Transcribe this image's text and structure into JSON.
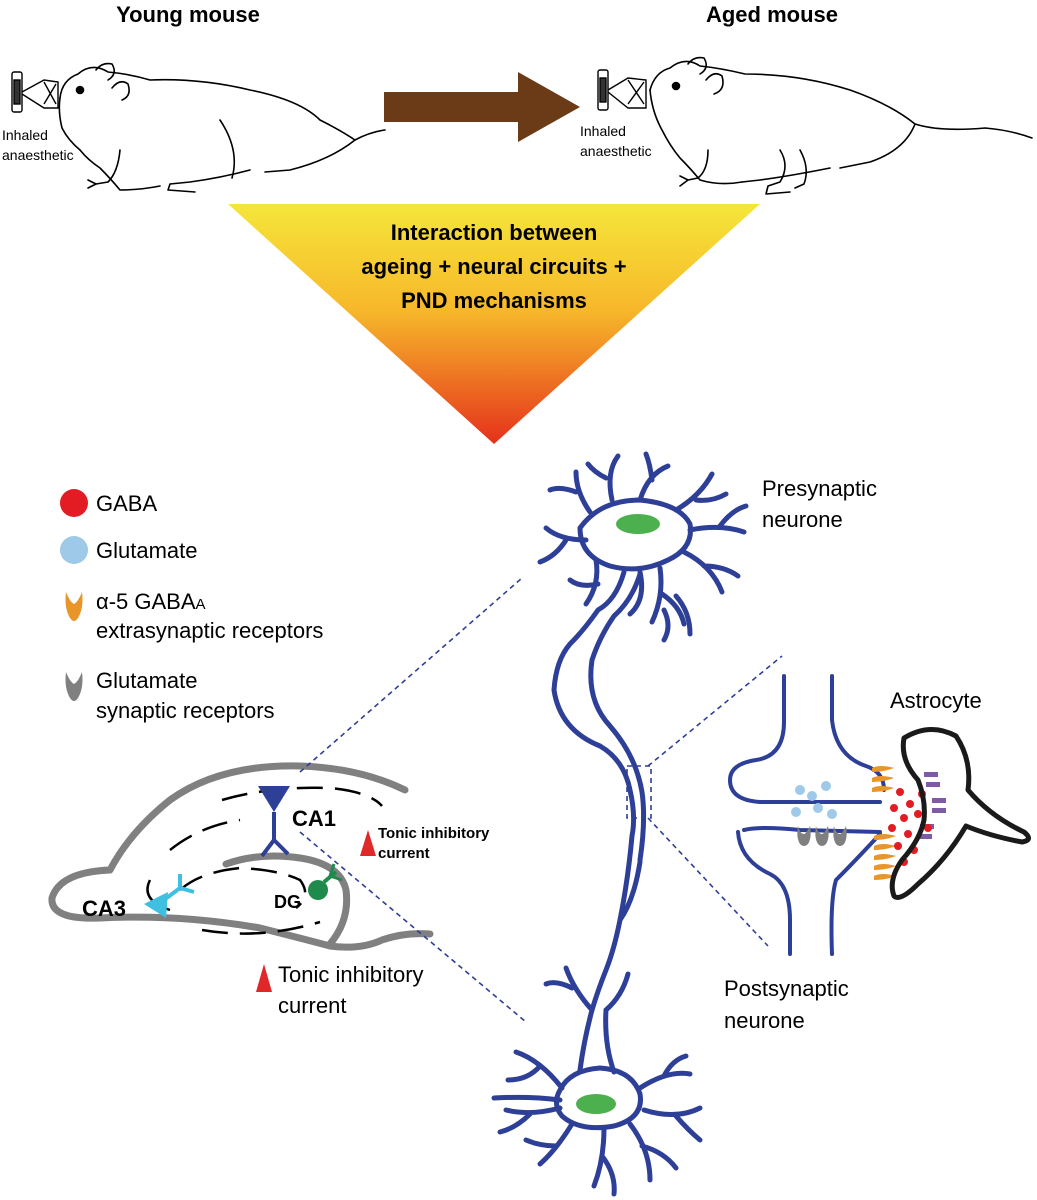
{
  "header": {
    "young_label": "Young mouse",
    "aged_label": "Aged mouse",
    "anaesthetic_line1": "Inhaled",
    "anaesthetic_line2": "anaesthetic"
  },
  "funnel": {
    "line1": "Interaction between",
    "line2": "ageing + neural circuits +",
    "line3": "PND mechanisms",
    "gradient_top": "#f5e63a",
    "gradient_bottom": "#e5311b"
  },
  "legend": {
    "gaba": "GABA",
    "glutamate": "Glutamate",
    "alpha5_line1_prefix": "α-5 GABA",
    "alpha5_line1_sub": "A",
    "alpha5_line2": "extrasynaptic receptors",
    "glut_rec_line1": "Glutamate",
    "glut_rec_line2": "synaptic receptors"
  },
  "hippocampus": {
    "ca1": "CA1",
    "ca3": "CA3",
    "dg": "DG",
    "tonic_ca1_line1": "Tonic inhibitory",
    "tonic_ca1_line2": "current",
    "tonic_dg_line1": "Tonic inhibitory",
    "tonic_dg_line2": "current"
  },
  "neurons": {
    "presynaptic_line1": "Presynaptic",
    "presynaptic_line2": "neurone",
    "postsynaptic_line1": "Postsynaptic",
    "postsynaptic_line2": "neurone",
    "astrocyte": "Astrocyte"
  },
  "colors": {
    "neuron_blue": "#2e3f97",
    "nucleus_green": "#4cb04f",
    "gaba_red": "#e31b23",
    "glutamate_blue": "#9ec9e8",
    "receptor_orange": "#e8962a",
    "receptor_grey": "#808080",
    "receptor_purple": "#7f5aa6",
    "arrow_brown": "#6b3a16",
    "outline_grey": "#808080",
    "ca3_cyan": "#40c0e0",
    "dg_green": "#1e8a4c",
    "triangle_red": "#e02828"
  }
}
